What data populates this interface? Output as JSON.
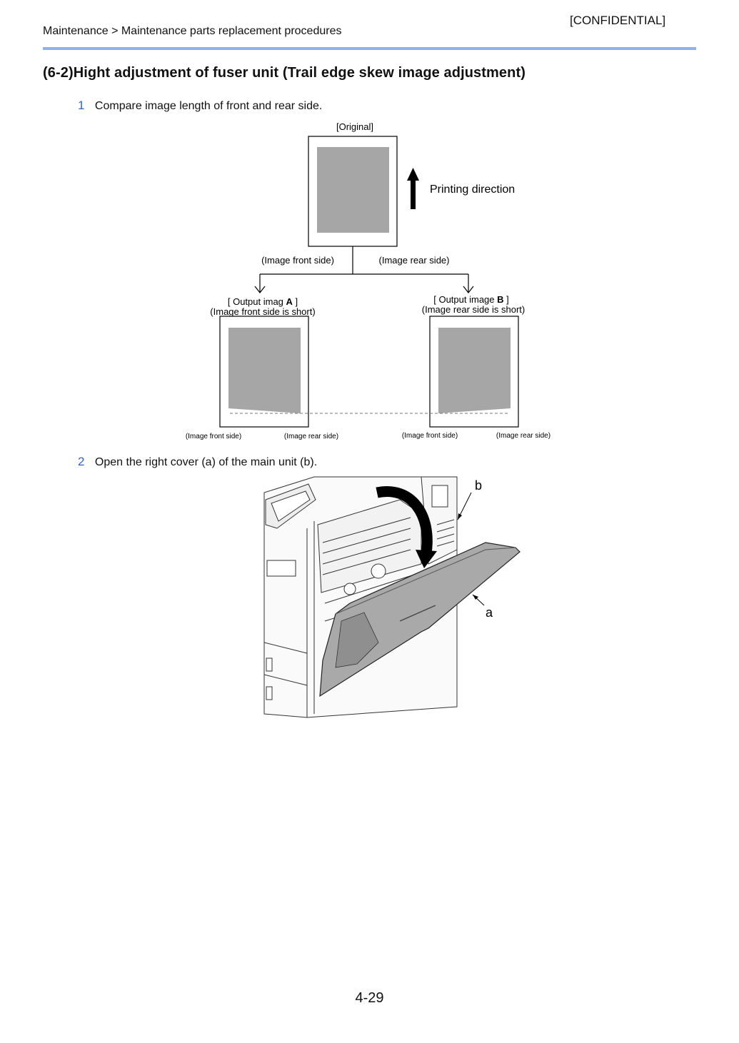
{
  "header": {
    "confidential": "[CONFIDENTIAL]",
    "breadcrumb": "Maintenance > Maintenance parts replacement procedures"
  },
  "section": {
    "title": "(6-2)Hight adjustment of fuser unit (Trail edge skew image adjustment)"
  },
  "steps": [
    {
      "number": "1",
      "text": "Compare image length of front and rear side."
    },
    {
      "number": "2",
      "text": "Open the right cover (a) of the main unit (b)."
    }
  ],
  "diagram": {
    "original_label": "[Original]",
    "printing_direction": "Printing direction",
    "front_side_label": "(Image front side)",
    "rear_side_label": "(Image rear side)",
    "output_a": {
      "label_prefix": "[ Output imag ",
      "label_letter": "A",
      "label_suffix": " ]",
      "caption": "(Image front side is short)",
      "bottom_front": "(Image  front side)",
      "bottom_rear": "(Image rear side)"
    },
    "output_b": {
      "label_prefix": "[ Output image ",
      "label_letter": "B",
      "label_suffix": " ]",
      "caption": "(Image rear side is short)",
      "bottom_front": "(Image front side)",
      "bottom_rear": "(Image rear side)"
    }
  },
  "illustration": {
    "label_a": "a",
    "label_b": "b"
  },
  "footer": {
    "page_number": "4-29"
  }
}
